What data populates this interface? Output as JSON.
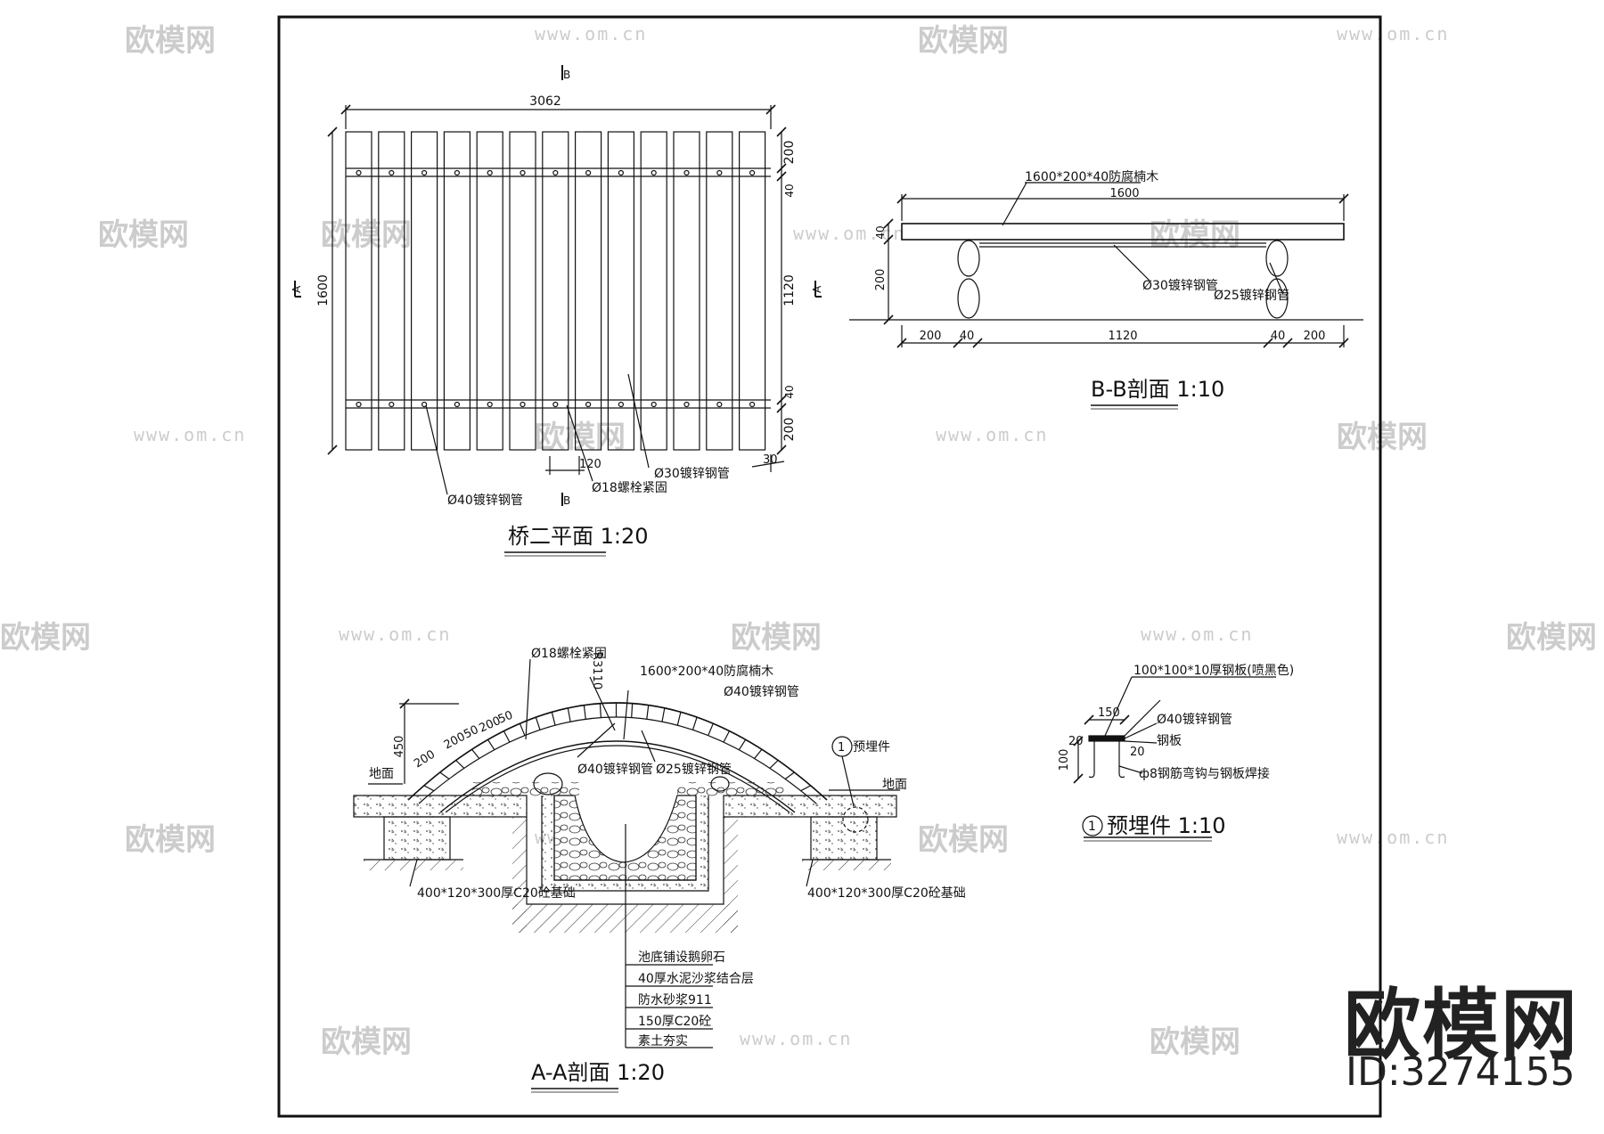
{
  "watermark": {
    "brand": "欧模网",
    "url": "www.om.cn",
    "url_short": "om.cn"
  },
  "brand_logo": {
    "text": "欧模网",
    "id": "ID:3274155"
  },
  "plan": {
    "title": "桥二平面 1:20",
    "width_dim": "3062",
    "height_dim": "1600",
    "right_dims": [
      "200",
      "40",
      "1120",
      "40",
      "200"
    ],
    "bottom_dim_a": "120",
    "bottom_dim_b": "30",
    "section_b_top": "B",
    "section_b_bottom": "B",
    "section_a_left": "A",
    "section_a_right": "A",
    "label_bolt": "Ø18螺栓紧固",
    "label_pipe30": "Ø30镀锌钢管",
    "label_pipe40": "Ø40镀锌钢管"
  },
  "section_bb": {
    "title": "B-B剖面 1:10",
    "label_wood": "1600*200*40防腐楠木",
    "dim_length": "1600",
    "dim_thick": "40",
    "dim_height": "200",
    "bottom_dims": [
      "200",
      "40",
      "1120",
      "40",
      "200"
    ],
    "label_pipe30": "Ø30镀锌钢管",
    "label_pipe25": "Ø25镀锌钢管"
  },
  "section_aa": {
    "title": "A-A剖面 1:20",
    "label_bolt": "Ø18螺栓紧固",
    "label_radius": "R3110",
    "label_wood": "1600*200*40防腐楠木",
    "label_pipe40_top": "Ø40镀锌钢管",
    "label_pipe40_bottom": "Ø40镀锌钢管",
    "label_pipe25": "Ø25镀锌钢管",
    "label_embed": "预埋件",
    "embed_num": "1",
    "dim_450": "450",
    "dims_arc": [
      "200",
      "200",
      "50",
      "200",
      "50"
    ],
    "label_ground_left": "地面",
    "label_ground_right": "地面",
    "label_footing_left": "400*120*300厚C20砼基础",
    "label_footing_right": "400*120*300厚C20砼基础",
    "layers": [
      "池底铺设鹅卵石",
      "40厚水泥沙浆结合层",
      "防水砂浆911",
      "150厚C20砼",
      "素土夯实"
    ]
  },
  "embed_detail": {
    "title": "预埋件 1:10",
    "num": "1",
    "label_plate": "100*100*10厚钢板(喷黑色)",
    "label_pipe": "Ø40镀锌钢管",
    "label_steel": "钢板",
    "label_rebar": "ф8钢筋弯钩与钢板焊接",
    "dim_150": "150",
    "dim_20a": "20",
    "dim_20b": "20",
    "dim_100": "100"
  }
}
